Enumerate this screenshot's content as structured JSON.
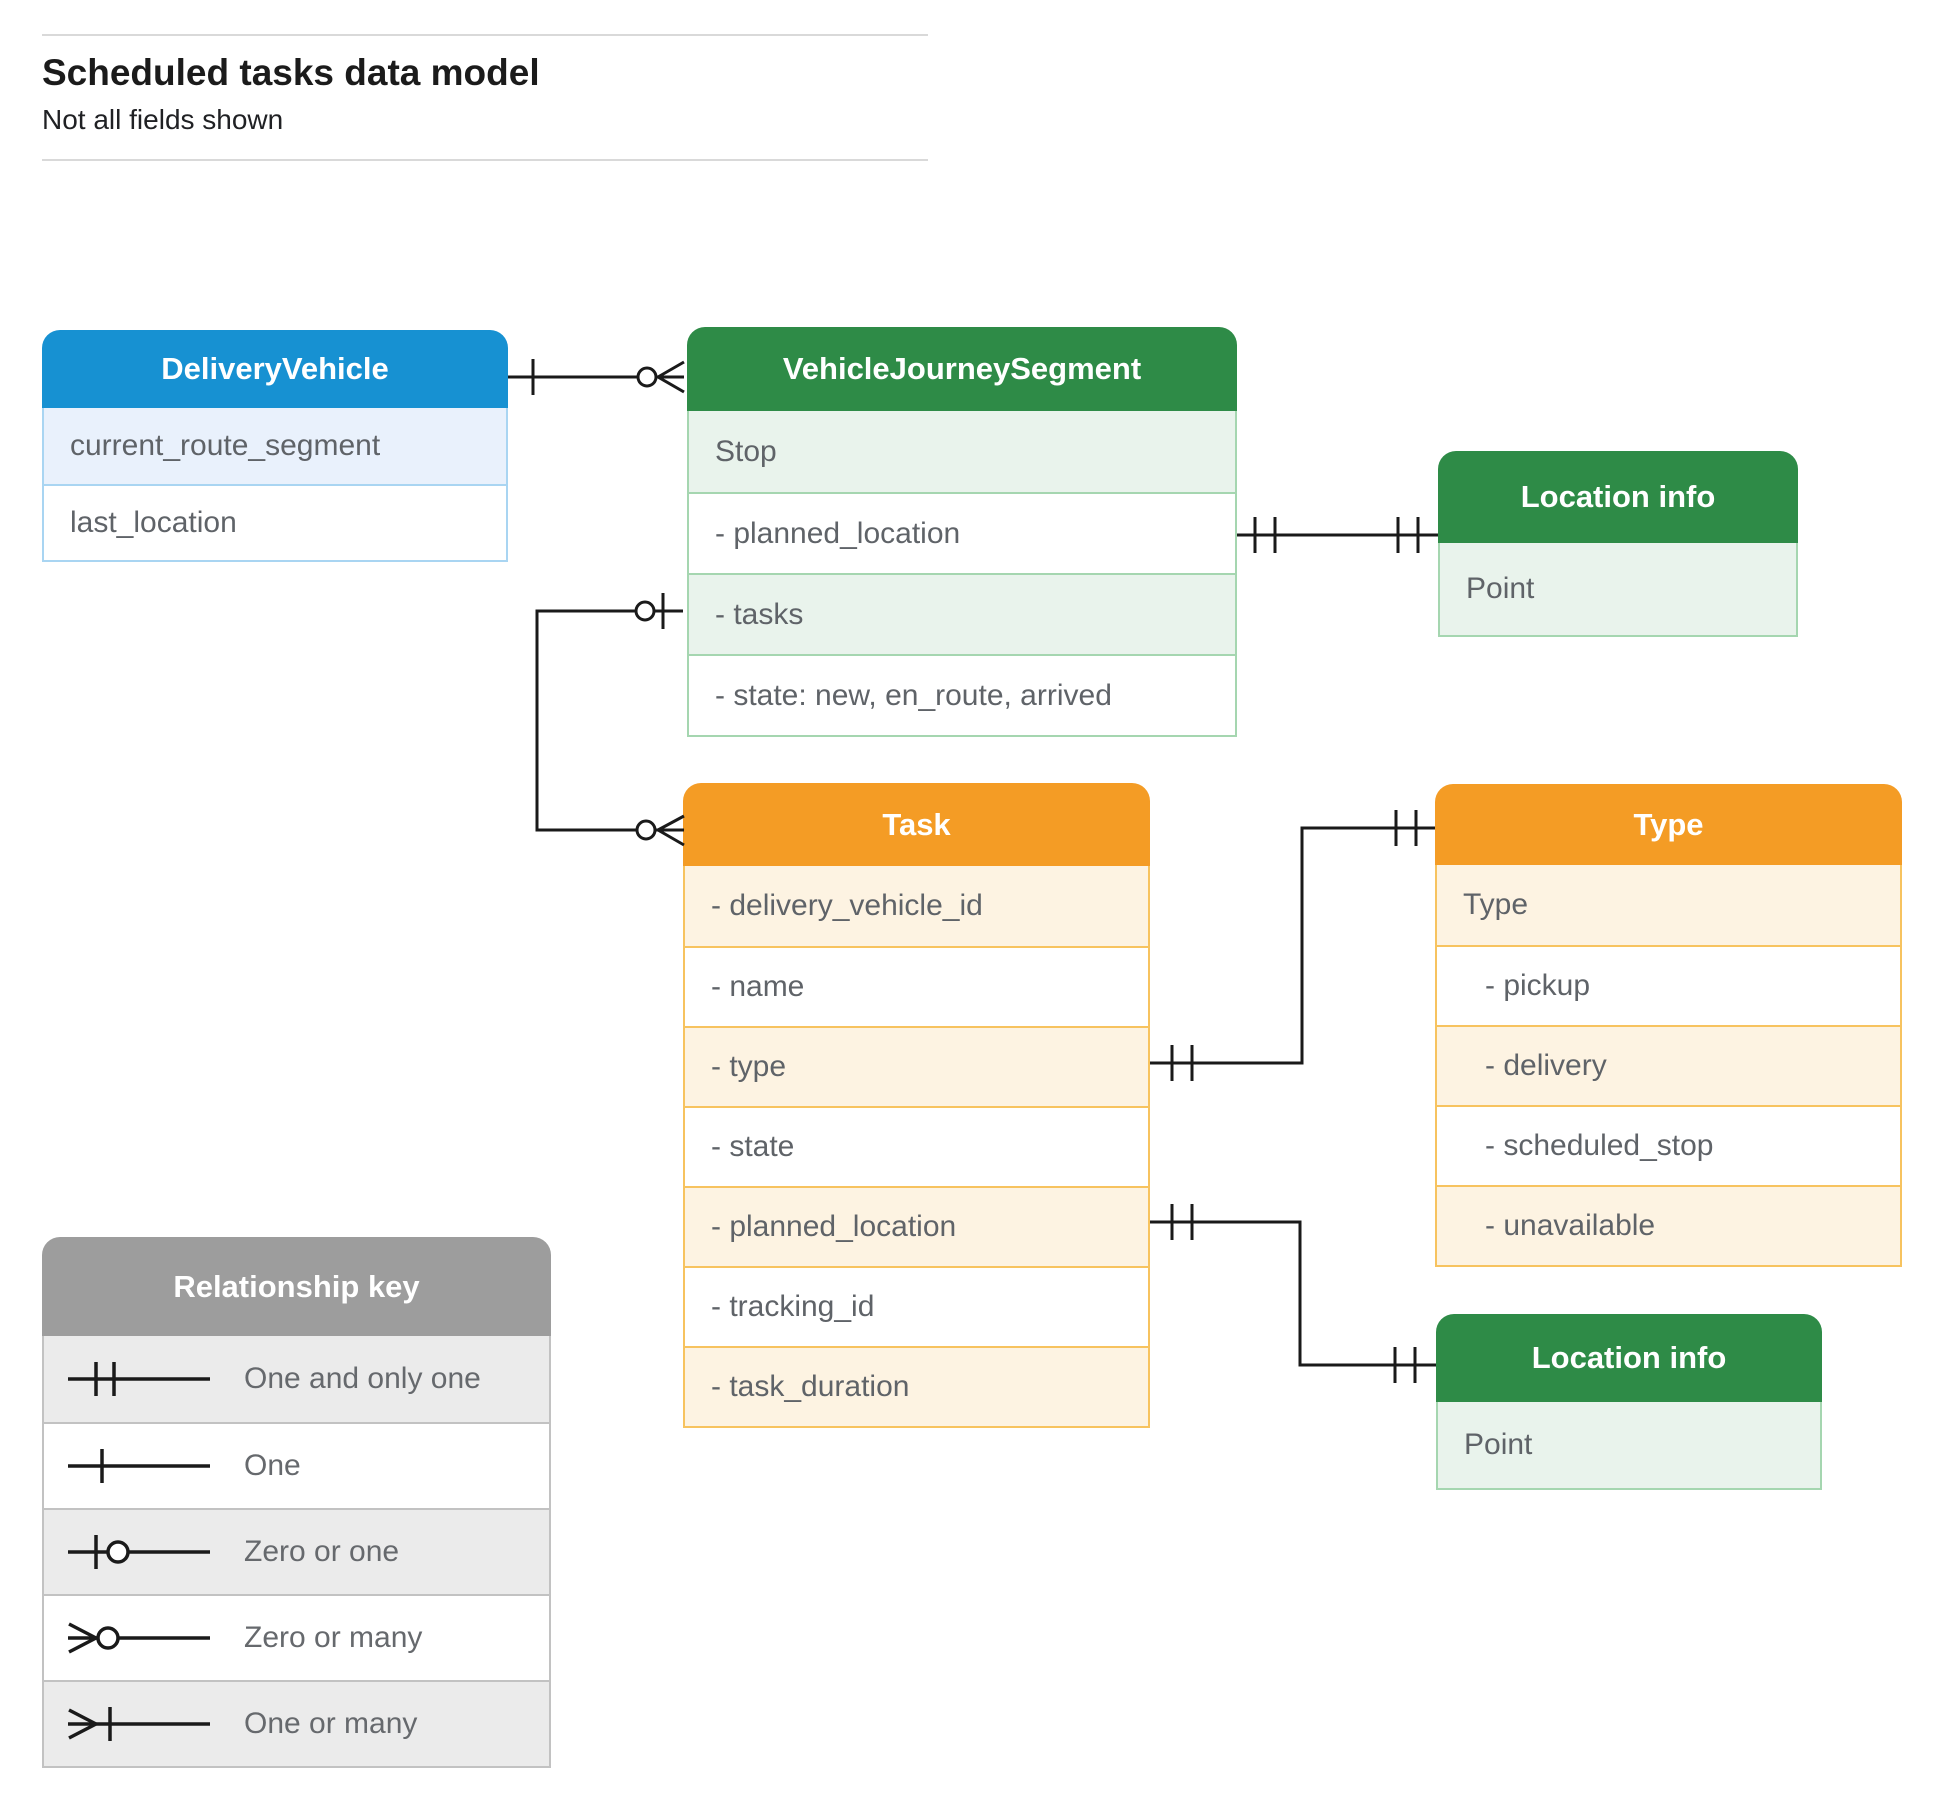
{
  "page": {
    "title": "Scheduled tasks data model",
    "subtitle": "Not all fields shown"
  },
  "entities": {
    "delivery_vehicle": {
      "title": "DeliveryVehicle",
      "fields": [
        "current_route_segment",
        "last_location"
      ]
    },
    "vehicle_journey_segment": {
      "title": "VehicleJourneySegment",
      "fields": [
        "Stop",
        "- planned_location",
        "- tasks",
        "- state: new, en_route, arrived"
      ]
    },
    "location_info_top": {
      "title": "Location info",
      "fields": [
        "Point"
      ]
    },
    "task": {
      "title": "Task",
      "fields": [
        "- delivery_vehicle_id",
        "- name",
        "- type",
        "- state",
        "- planned_location",
        "- tracking_id",
        "- task_duration"
      ]
    },
    "type": {
      "title": "Type",
      "fields": [
        "Type",
        "- pickup",
        "- delivery",
        "- scheduled_stop",
        "- unavailable"
      ]
    },
    "location_info_bottom": {
      "title": "Location info",
      "fields": [
        "Point"
      ]
    }
  },
  "relationships": [
    {
      "from": "DeliveryVehicle",
      "to": "VehicleJourneySegment",
      "from_cardinality": "one",
      "to_cardinality": "zero-or-many"
    },
    {
      "from": "VehicleJourneySegment.planned_location",
      "to": "Location info",
      "from_cardinality": "one-and-only-one",
      "to_cardinality": "one-and-only-one"
    },
    {
      "from": "VehicleJourneySegment.tasks",
      "to": "Task",
      "from_cardinality": "zero-or-one",
      "to_cardinality": "zero-or-many"
    },
    {
      "from": "Task.type",
      "to": "Type",
      "from_cardinality": "one-and-only-one",
      "to_cardinality": "one-and-only-one"
    },
    {
      "from": "Task.planned_location",
      "to": "Location info",
      "from_cardinality": "one-and-only-one",
      "to_cardinality": "one-and-only-one"
    }
  ],
  "legend": {
    "title": "Relationship key",
    "items": [
      {
        "symbol": "one-and-only-one",
        "label": "One and only one"
      },
      {
        "symbol": "one",
        "label": "One"
      },
      {
        "symbol": "zero-or-one",
        "label": "Zero or one"
      },
      {
        "symbol": "zero-or-many",
        "label": "Zero or many"
      },
      {
        "symbol": "one-or-many",
        "label": "One or many"
      }
    ]
  },
  "colors": {
    "blue_header": "#1791D2",
    "green_header": "#2E8B47",
    "orange_header": "#F49C25",
    "gray_header": "#9D9D9D",
    "connector_line": "#1A1A1A",
    "field_text": "#5F6368"
  }
}
